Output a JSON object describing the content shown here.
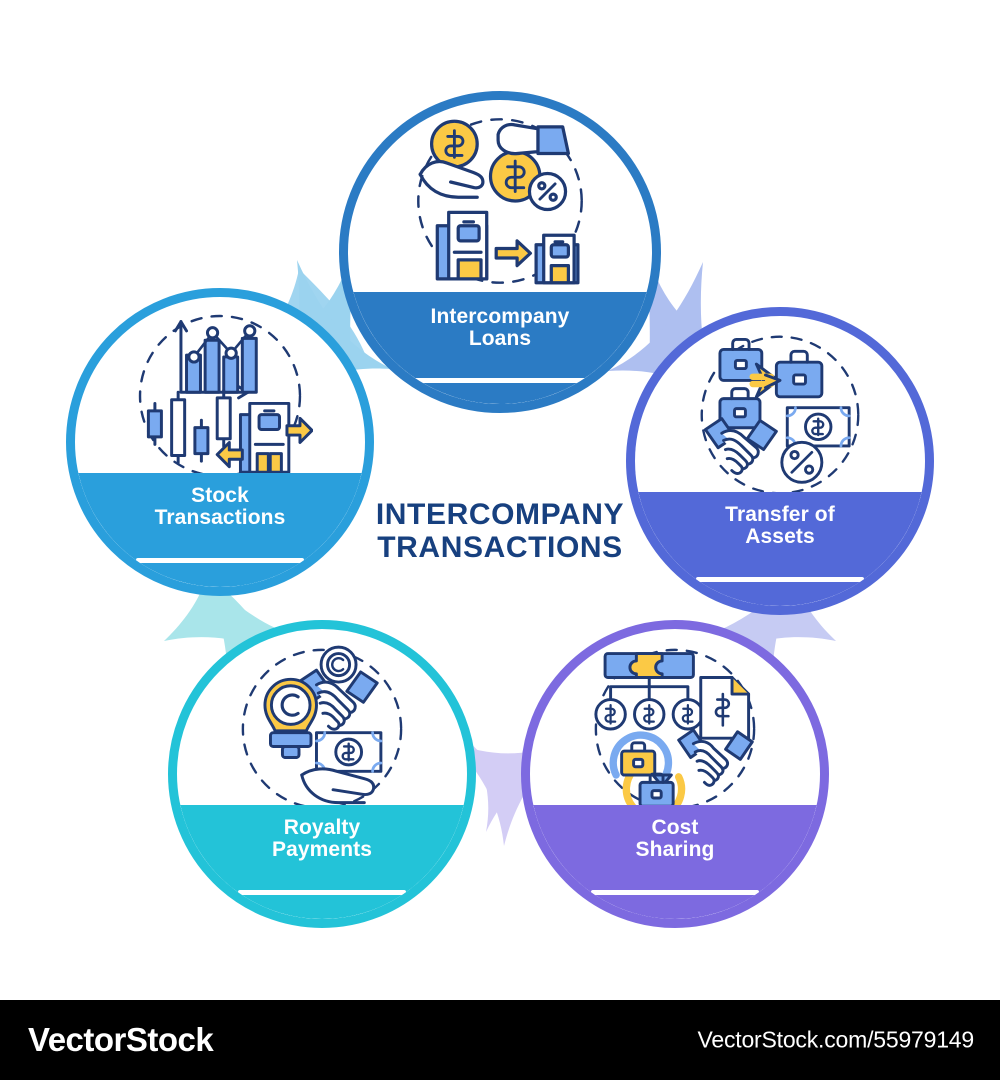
{
  "title": {
    "line1": "INTERCOMPANY",
    "line2": "TRANSACTIONS",
    "color": "#17407f"
  },
  "nodes": [
    {
      "id": "intercompany-loans",
      "label_line1": "Intercompany",
      "label_line2": "Loans",
      "ring_color": "#2b7bc4",
      "band_color": "#2b7bc4",
      "icon_name": "hand-coin-money-bag-buildings-icon"
    },
    {
      "id": "transfer-of-assets",
      "label_line1": "Transfer of",
      "label_line2": "Assets",
      "ring_color": "#5369d8",
      "band_color": "#5369d8",
      "icon_name": "briefcases-handshake-banknote-percent-icon"
    },
    {
      "id": "cost-sharing",
      "label_line1": "Cost",
      "label_line2": "Sharing",
      "ring_color": "#7d6ae0",
      "band_color": "#7d6ae0",
      "icon_name": "org-chart-dollars-briefcase-cycle-handshake-icon"
    },
    {
      "id": "royalty-payments",
      "label_line1": "Royalty",
      "label_line2": "Payments",
      "ring_color": "#23c3d8",
      "band_color": "#23c3d8",
      "icon_name": "copyright-bulb-handshake-banknote-hand-icon"
    },
    {
      "id": "stock-transactions",
      "label_line1": "Stock",
      "label_line2": "Transactions",
      "ring_color": "#2a9fdc",
      "band_color": "#2a9fdc",
      "icon_name": "bar-chart-candlestick-building-arrows-icon"
    }
  ],
  "connectors": [
    {
      "id": "stock-to-loans",
      "color": "#9bd3ef"
    },
    {
      "id": "loans-to-transfer",
      "color": "#aebff0"
    },
    {
      "id": "transfer-to-cost",
      "color": "#c6cbf3"
    },
    {
      "id": "cost-to-royalty",
      "color": "#d3cdf5"
    },
    {
      "id": "royalty-to-stock",
      "color": "#a9e5ea"
    }
  ],
  "palette": {
    "icon_outline": "#1f3a73",
    "icon_blue": "#7aaaf0",
    "icon_blue_light": "#a9c8f7",
    "icon_yellow": "#fbc945",
    "icon_yellow_light": "#fddc84",
    "white": "#ffffff"
  },
  "watermark": {
    "logo": "VectorStock",
    "url": "VectorStock.com/55979149"
  }
}
